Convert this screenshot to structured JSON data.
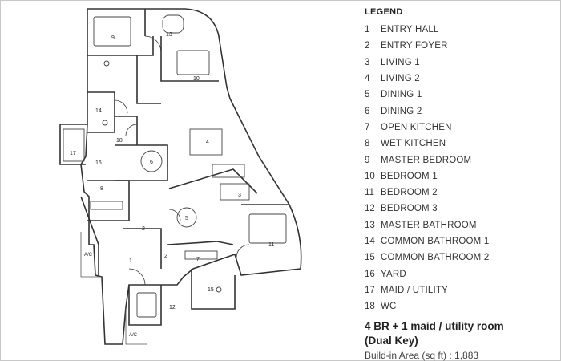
{
  "legend": {
    "title": "LEGEND",
    "items": [
      {
        "num": "1",
        "label": "ENTRY HALL"
      },
      {
        "num": "2",
        "label": "ENTRY FOYER"
      },
      {
        "num": "3",
        "label": "LIVING 1"
      },
      {
        "num": "4",
        "label": "LIVING 2"
      },
      {
        "num": "5",
        "label": "DINING 1"
      },
      {
        "num": "6",
        "label": "DINING 2"
      },
      {
        "num": "7",
        "label": "OPEN KITCHEN"
      },
      {
        "num": "8",
        "label": "WET KITCHEN"
      },
      {
        "num": "9",
        "label": "MASTER BEDROOM"
      },
      {
        "num": "10",
        "label": "BEDROOM 1"
      },
      {
        "num": "11",
        "label": "BEDROOM 2"
      },
      {
        "num": "12",
        "label": "BEDROOM 3"
      },
      {
        "num": "13",
        "label": "MASTER BATHROOM"
      },
      {
        "num": "14",
        "label": "COMMON BATHROOM 1"
      },
      {
        "num": "15",
        "label": "COMMON BATHROOM 2"
      },
      {
        "num": "16",
        "label": "YARD"
      },
      {
        "num": "17",
        "label": "MAID / UTILITY"
      },
      {
        "num": "18",
        "label": "WC"
      }
    ]
  },
  "summary": {
    "line1": "4 BR + 1 maid / utility room",
    "line2": "(Dual Key)",
    "area": "Build-in Area (sq ft) : 1,883"
  },
  "plan": {
    "room_labels": [
      "1",
      "2",
      "2",
      "3",
      "4",
      "5",
      "6",
      "7",
      "8",
      "9",
      "10",
      "11",
      "12",
      "13",
      "14",
      "15",
      "16",
      "17",
      "18"
    ],
    "ac_label": "A/C"
  }
}
